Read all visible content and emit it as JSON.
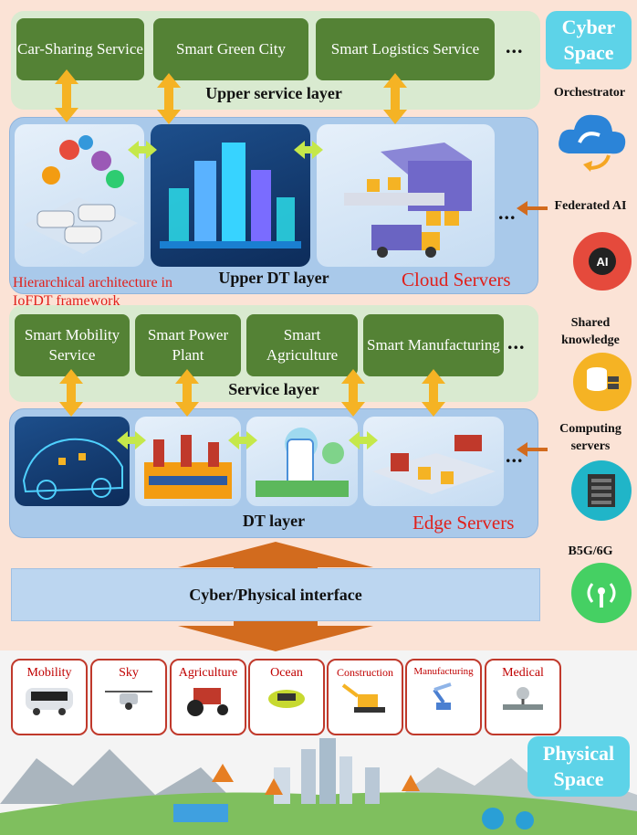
{
  "upper_services": [
    "Car-Sharing Service",
    "Smart Green City",
    "Smart Logistics Service"
  ],
  "upper_service_layer": "Upper service layer",
  "upper_dt_layer": "Upper DT layer",
  "cloud_servers": "Cloud Servers",
  "architecture_note": "Hierarchical architecture in IoFDT framework",
  "edge_services": [
    "Smart Mobility Service",
    "Smart Power Plant",
    "Smart Agriculture",
    "Smart Manufacturing"
  ],
  "service_layer": "Service layer",
  "dt_layer": "DT layer",
  "edge_servers": "Edge Servers",
  "interface": "Cyber/Physical interface",
  "ellipsis": "...",
  "cyber_space": "Cyber Space",
  "physical_space": "Physical Space",
  "sidebar": {
    "orchestrator": "Orchestrator",
    "federated_ai": "Federated AI",
    "ai_badge": "AI",
    "shared_knowledge": "Shared knowledge",
    "computing_servers": "Computing servers",
    "network": "B5G/6G"
  },
  "physical_items": [
    "Mobility",
    "Sky",
    "Agriculture",
    "Ocean",
    "Construction",
    "Manufacturing",
    "Medical"
  ],
  "colors": {
    "service_box": "#548235",
    "arrow_orange": "#f5b324",
    "arrow_green": "#c5e84a",
    "arrow_brown": "#d26b1e",
    "label_red": "#e0201b"
  }
}
